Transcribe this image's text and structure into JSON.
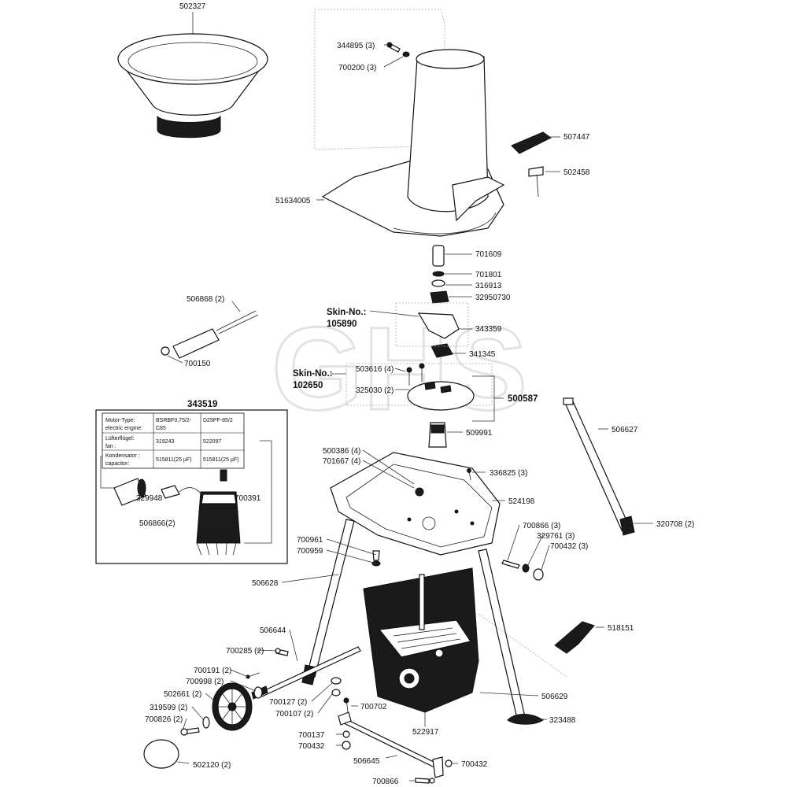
{
  "watermark": "GHS",
  "labels": {
    "p502327": "502327",
    "p344895": "344895 (3)",
    "p700200": "700200 (3)",
    "p507447": "507447",
    "p502458": "502458",
    "p51634005": "51634005",
    "p701609": "701609",
    "p701801": "701801",
    "p316913": "316913",
    "p32950730": "32950730",
    "p343359": "343359",
    "p341345": "341345",
    "p506868": "506868 (2)",
    "p700150": "700150",
    "p503616": "503616 (4)",
    "p325030": "325030 (2)",
    "p500587": "500587",
    "p509991": "509991",
    "p506627": "506627",
    "p343519": "343519",
    "p500386": "500386 (4)",
    "p701667": "701667 (4)",
    "p336825": "336825 (3)",
    "p524198": "524198",
    "p329948": "329948",
    "p700391": "700391",
    "p506866_2": "506866(2)",
    "p320708": "320708 (2)",
    "p700866_3": "700866 (3)",
    "p329761": "329761 (3)",
    "p700432_3": "700432 (3)",
    "p700961": "700961",
    "p700959": "700959",
    "p506628": "506628",
    "p518151": "518151",
    "p506644": "506644",
    "p700285": "700285 (2)",
    "p700191": "700191 (2)",
    "p700998": "700998 (2)",
    "p502661": "502661 (2)",
    "p319599": "319599 (2)",
    "p700826": "700826 (2)",
    "p700127": "700127 (2)",
    "p700107": "700107 (2)",
    "p700702": "700702",
    "p506629": "506629",
    "p522917": "522917",
    "p323488": "323488",
    "p700137": "700137",
    "p700432": "700432",
    "p506645": "506645",
    "p700432b": "700432",
    "p502120": "502120 (2)",
    "p700866": "700866"
  },
  "skin_labels": {
    "skin1_title": "Skin-No.:",
    "skin1_no": "105890",
    "skin2_title": "Skin-No.:",
    "skin2_no": "102650"
  },
  "motor_table": {
    "rows": [
      {
        "label1": "Motor-Type:",
        "label2": "electric engine:",
        "c1a": "BSRBF0,75/2-",
        "c1b": "C85",
        "c2a": "D25PF-85/2",
        "c2b": ""
      },
      {
        "label1": "Lüfterflügel:",
        "label2": "fan :",
        "c1a": "319243",
        "c1b": "",
        "c2a": "522097",
        "c2b": ""
      },
      {
        "label1": "Kondensator :",
        "label2": "capacitor:",
        "c1a": "515811(25 µF)",
        "c1b": "",
        "c2a": "515811(25 µF)",
        "c2b": ""
      }
    ]
  }
}
